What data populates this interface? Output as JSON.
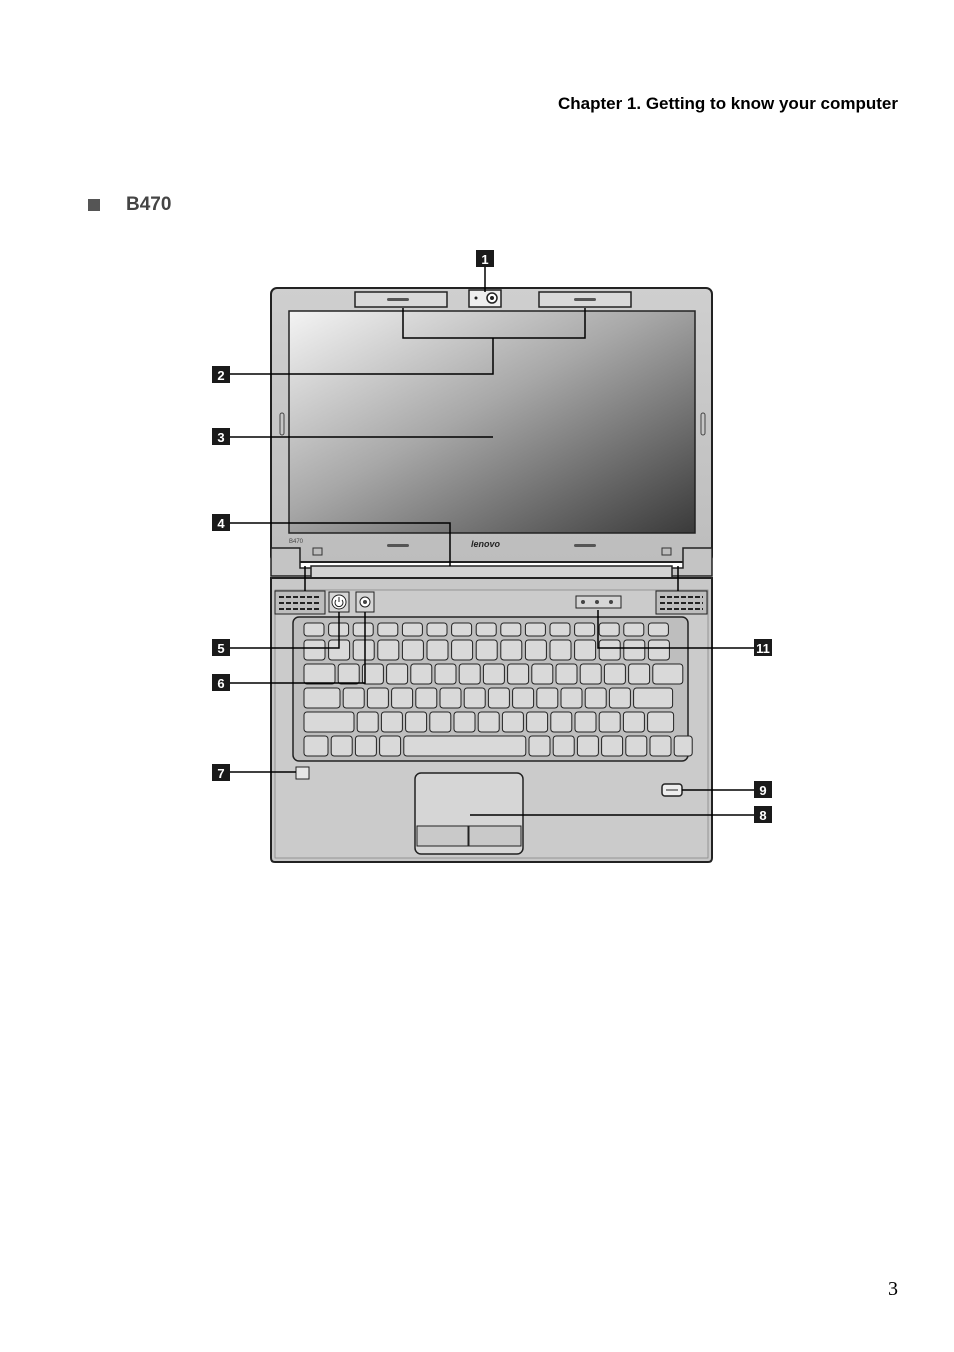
{
  "header": {
    "chapter_title": "Chapter 1. Getting to know your computer"
  },
  "section": {
    "bullet_icon": "square-bullet-icon",
    "model": "B470"
  },
  "figure": {
    "bezel_model_label": "B470",
    "brand_logo": "lenovo",
    "callouts": [
      "1",
      "2",
      "3",
      "4",
      "5",
      "6",
      "7",
      "8",
      "9",
      "11"
    ]
  },
  "footer": {
    "page_number": "3"
  }
}
